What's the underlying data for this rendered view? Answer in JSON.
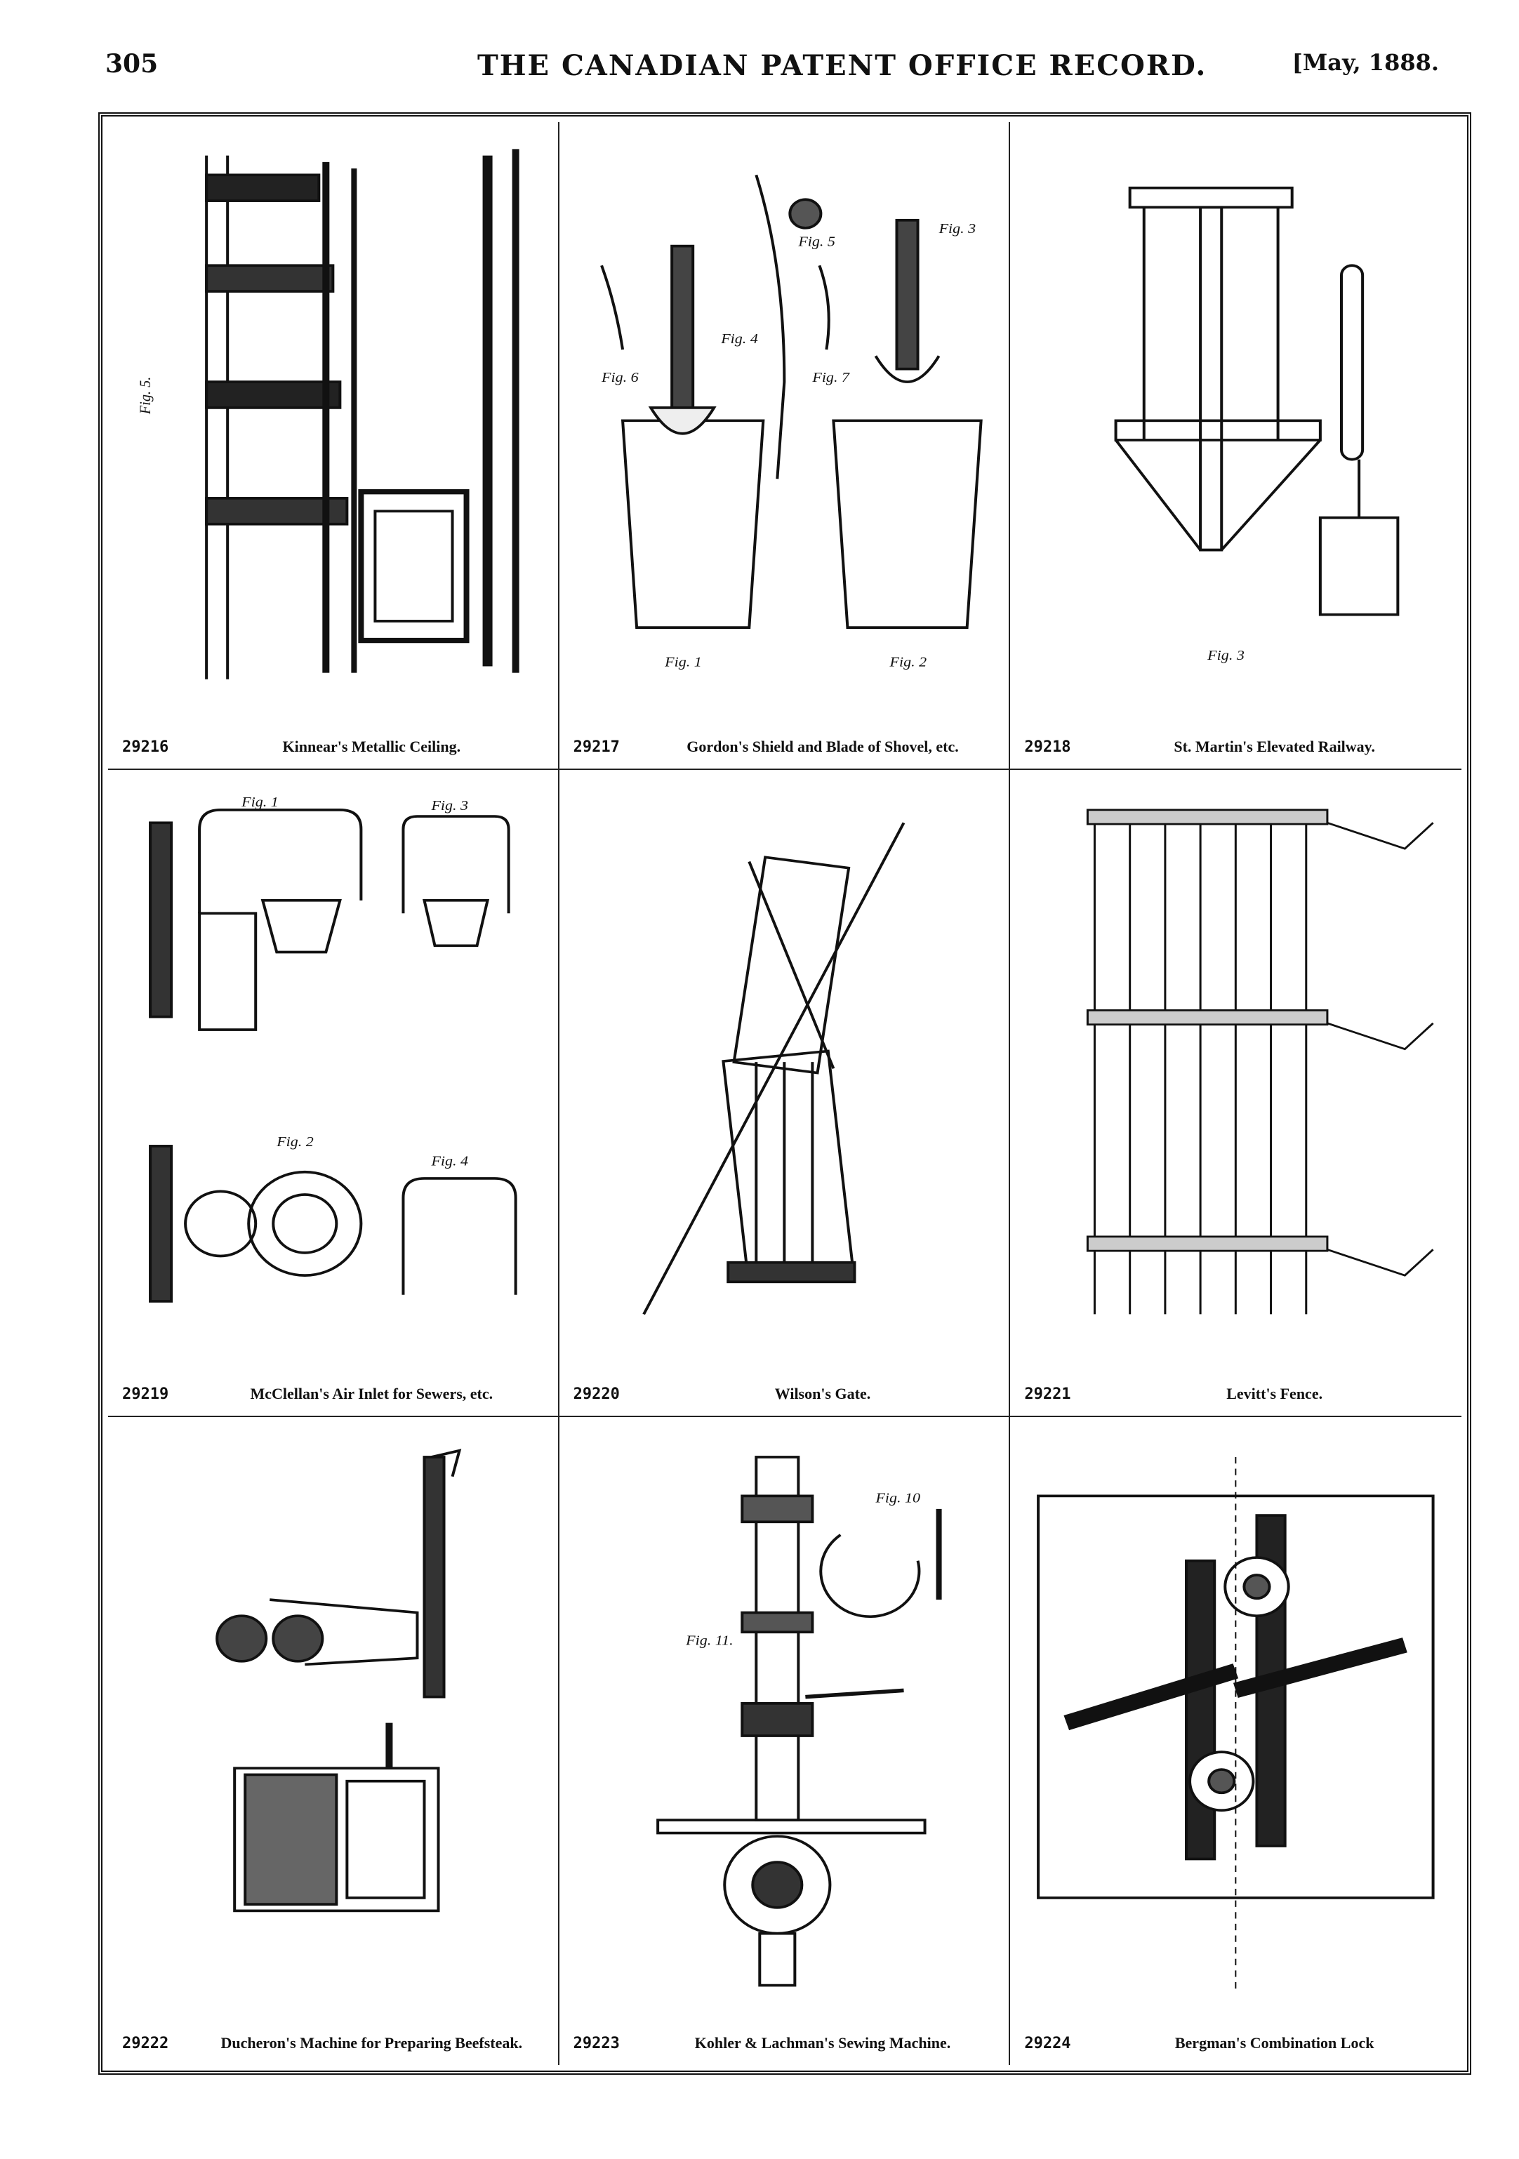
{
  "header": {
    "page_number": "305",
    "journal_title": "THE CANADIAN PATENT OFFICE RECORD.",
    "issue_date": "[May, 1888."
  },
  "patents": [
    {
      "number": "29216",
      "title": "Kinnear's Metallic Ceiling.",
      "figure_labels": [
        "Fig. 5."
      ]
    },
    {
      "number": "29217",
      "title": "Gordon's Shield and Blade of Shovel, etc.",
      "figure_labels": [
        "Fig. 1",
        "Fig. 2",
        "Fig. 3",
        "Fig. 4",
        "Fig. 5",
        "Fig. 6",
        "Fig. 7"
      ]
    },
    {
      "number": "29218",
      "title": "St. Martin's Elevated Railway.",
      "figure_labels": [
        "Fig. 3"
      ]
    },
    {
      "number": "29219",
      "title": "McClellan's Air Inlet for Sewers, etc.",
      "figure_labels": [
        "Fig. 1",
        "Fig. 2",
        "Fig. 3",
        "Fig. 4"
      ]
    },
    {
      "number": "29220",
      "title": "Wilson's Gate.",
      "figure_labels": []
    },
    {
      "number": "29221",
      "title": "Levitt's Fence.",
      "figure_labels": []
    },
    {
      "number": "29222",
      "title": "Ducheron's Machine for Preparing Beefsteak.",
      "figure_labels": []
    },
    {
      "number": "29223",
      "title": "Kohler & Lachman's Sewing Machine.",
      "figure_labels": [
        "Fig. 10",
        "Fig. 11."
      ]
    },
    {
      "number": "29224",
      "title": "Bergman's Combination Lock",
      "figure_labels": []
    }
  ]
}
